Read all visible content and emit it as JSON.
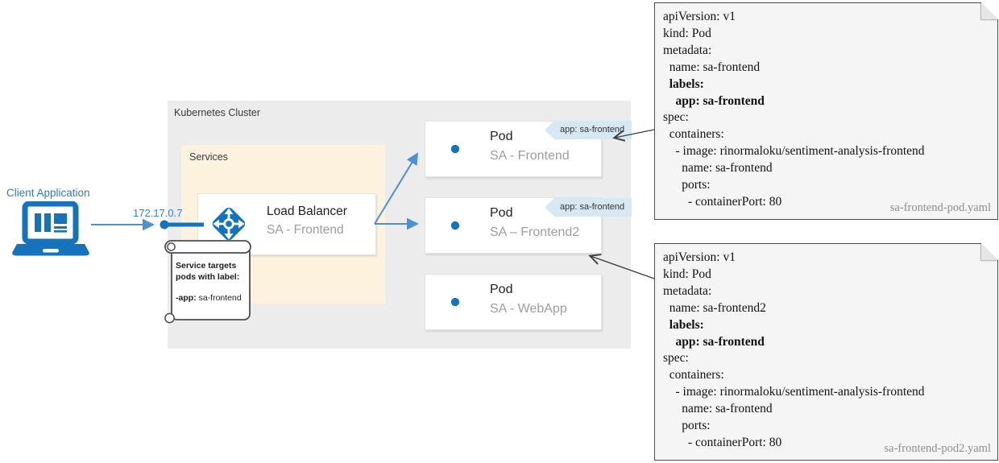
{
  "diagram": {
    "client": {
      "label": "Client Application"
    },
    "ip_label": "172.17.0.7",
    "cluster": {
      "label": "Kubernetes Cluster"
    },
    "services": {
      "label": "Services"
    },
    "load_balancer": {
      "title": "Load Balancer",
      "subtitle": "SA - Frontend"
    },
    "pods": [
      {
        "title": "Pod",
        "subtitle": "SA - Frontend",
        "tag": "app: sa-frontend"
      },
      {
        "title": "Pod",
        "subtitle": "SA – Frontend2",
        "tag": "app: sa-frontend"
      },
      {
        "title": "Pod",
        "subtitle": "SA - WebApp"
      }
    ],
    "note": {
      "line1": "Service targets",
      "line2": "pods with label:",
      "label_key": "-app:",
      "label_value": " sa-frontend"
    }
  },
  "yaml_files": [
    {
      "filename": "sa-frontend-pod.yaml",
      "lines": [
        {
          "text": "apiVersion: v1",
          "bold": false
        },
        {
          "text": "kind: Pod",
          "bold": false
        },
        {
          "text": "metadata:",
          "bold": false
        },
        {
          "text": "  name: sa-frontend",
          "bold": false
        },
        {
          "text": "  labels:",
          "bold": true
        },
        {
          "text": "    app: sa-frontend",
          "bold": true
        },
        {
          "text": "spec:",
          "bold": false
        },
        {
          "text": "  containers:",
          "bold": false
        },
        {
          "text": "    - image: rinormaloku/sentiment-analysis-frontend",
          "bold": false
        },
        {
          "text": "      name: sa-frontend",
          "bold": false
        },
        {
          "text": "      ports:",
          "bold": false
        },
        {
          "text": "        - containerPort: 80",
          "bold": false
        }
      ]
    },
    {
      "filename": "sa-frontend-pod2.yaml",
      "lines": [
        {
          "text": "apiVersion: v1",
          "bold": false
        },
        {
          "text": "kind: Pod",
          "bold": false
        },
        {
          "text": "metadata:",
          "bold": false
        },
        {
          "text": "  name: sa-frontend2",
          "bold": false
        },
        {
          "text": "  labels:",
          "bold": true
        },
        {
          "text": "    app: sa-frontend",
          "bold": true
        },
        {
          "text": "spec:",
          "bold": false
        },
        {
          "text": "  containers:",
          "bold": false
        },
        {
          "text": "    - image: rinormaloku/sentiment-analysis-frontend",
          "bold": false
        },
        {
          "text": "      name: sa-frontend",
          "bold": false
        },
        {
          "text": "      ports:",
          "bold": false
        },
        {
          "text": "        - containerPort: 80",
          "bold": false
        }
      ]
    }
  ],
  "colors": {
    "icon_blue": "#1374bc",
    "laptop_blue": "#1673b9",
    "arrow_blue": "#4e90d1",
    "text_blue": "#2e7dc1",
    "cluster_gray": "#ececec",
    "services_cream": "#fdf2dd",
    "tag_blue": "#d6e9f3",
    "subtitle_gray": "#9e9e9e",
    "yaml_bg": "#f5f5f5"
  }
}
